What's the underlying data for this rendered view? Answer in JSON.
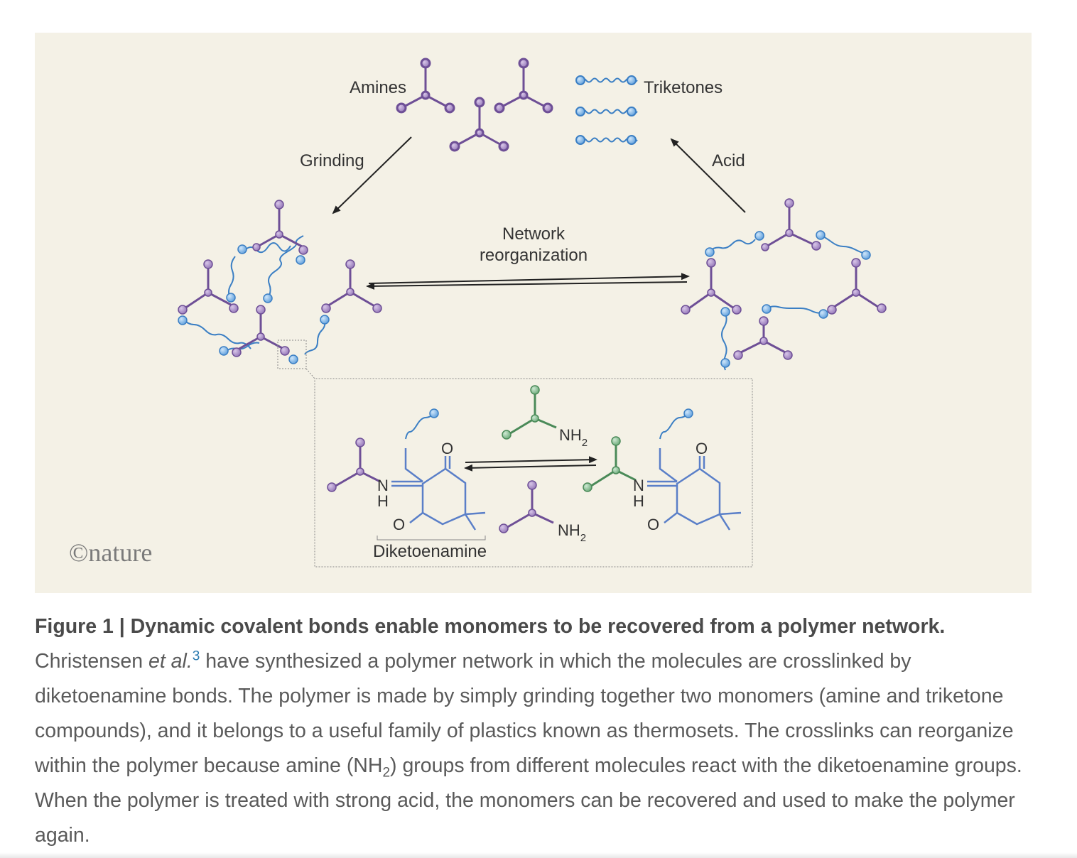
{
  "diagram": {
    "labels": {
      "amines": "Amines",
      "triketones": "Triketones",
      "grinding": "Grinding",
      "acid": "Acid",
      "network_line1": "Network",
      "network_line2": "reorganization",
      "diketoenamine": "Diketoenamine",
      "nh2_top": "NH",
      "nh2_bottom": "NH",
      "sub_2": "2",
      "n_left": "N",
      "h_left": "H",
      "n_right": "N",
      "h_right": "H",
      "o_left_top": "O",
      "o_left_bottom": "O",
      "o_right_top": "O",
      "o_right_bottom": "O"
    },
    "logo": "©nature",
    "colors": {
      "background": "#f4f1e6",
      "amine_node": "#a98ac6",
      "triketone_node": "#7fb6e6",
      "swapped_amine_node": "#86bf90",
      "bond": "#6e4f96",
      "chain": "#3b7fc4",
      "skeleton": "#5a7fc8"
    }
  },
  "caption": {
    "figure_label": "Figure 1 | Dynamic covalent bonds enable monomers to be recovered from a polymer network.",
    "authors": "Christensen",
    "et_al": "et al.",
    "ref": "3",
    "part1": " have synthesized a polymer network in which the molecules are crosslinked by diketoenamine bonds. The polymer is made by simply grinding together two monomers (amine and triketone compounds), and it belongs to a useful family of plastics known as thermosets. The crosslinks can reorganize within the polymer because amine (NH",
    "sub_2": "2",
    "part2": ") groups from different molecules react with the diketoenamine groups. When the polymer is treated with strong acid, the monomers can be recovered and used to make the polymer again."
  }
}
